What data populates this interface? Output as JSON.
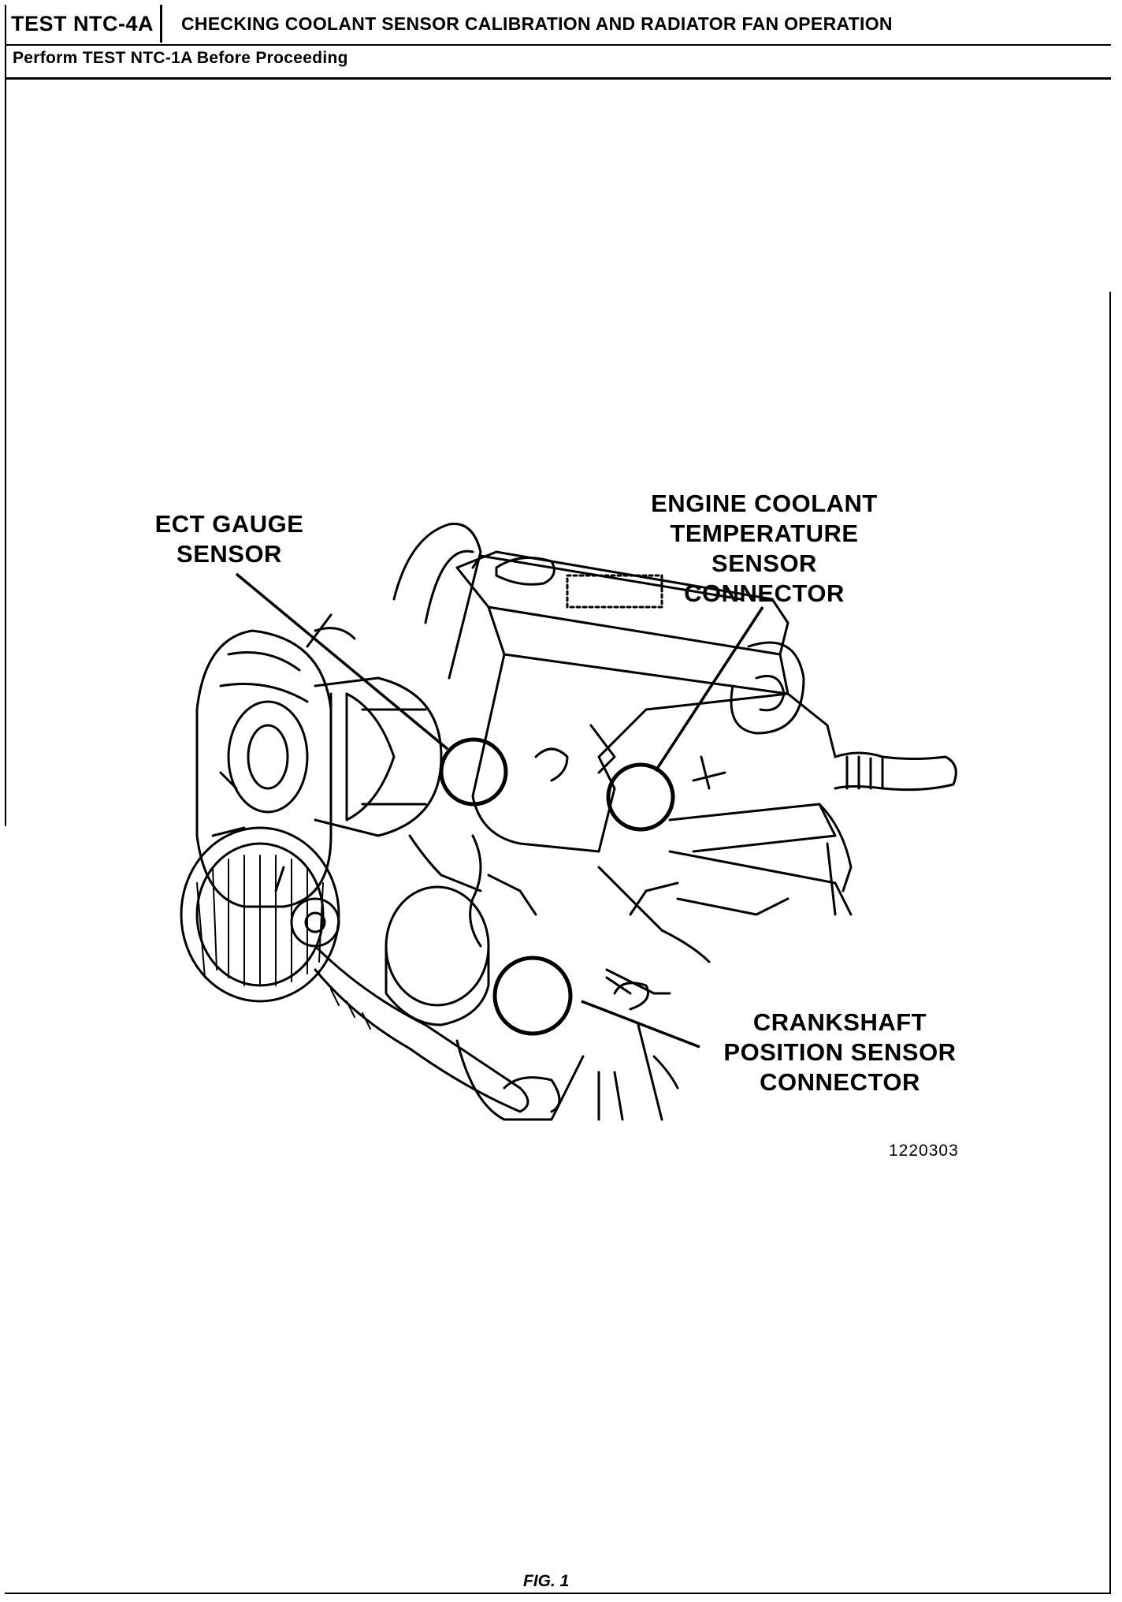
{
  "header": {
    "test_id": "TEST NTC-4A",
    "title": "CHECKING COOLANT SENSOR CALIBRATION AND RADIATOR FAN OPERATION",
    "subtitle": "Perform TEST NTC-1A Before Proceeding"
  },
  "figure": {
    "callouts": {
      "ect_gauge_line1": "ECT GAUGE",
      "ect_gauge_line2": "SENSOR",
      "ect_line1": "ENGINE COOLANT",
      "ect_line2": "TEMPERATURE",
      "ect_line3": "SENSOR",
      "ect_line4": "CONNECTOR",
      "ckp_line1": "CRANKSHAFT",
      "ckp_line2": "POSITION SENSOR",
      "ckp_line3": "CONNECTOR"
    },
    "figure_id": "1220303",
    "caption": "FIG. 1"
  }
}
